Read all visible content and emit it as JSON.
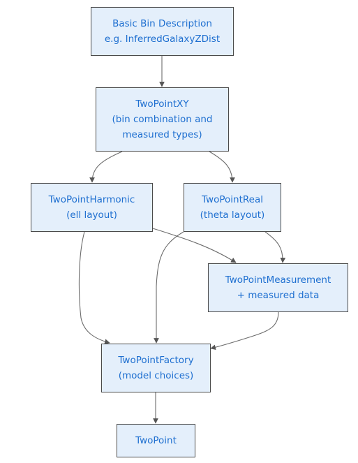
{
  "nodes": {
    "basic_bin": {
      "line1": "Basic Bin Description",
      "line2": "e.g. InferredGalaxyZDist"
    },
    "two_point_xy": {
      "line1": "TwoPointXY",
      "line2": "(bin combination and",
      "line3": "measured types)"
    },
    "two_point_harmonic": {
      "line1": "TwoPointHarmonic",
      "line2": "(ell layout)"
    },
    "two_point_real": {
      "line1": "TwoPointReal",
      "line2": "(theta layout)"
    },
    "two_point_measurement": {
      "line1": "TwoPointMeasurement",
      "line2": "+ measured data"
    },
    "two_point_factory": {
      "line1": "TwoPointFactory",
      "line2": "(model choices)"
    },
    "two_point": {
      "line1": "TwoPoint"
    }
  },
  "edges": [
    [
      "basic_bin",
      "two_point_xy"
    ],
    [
      "two_point_xy",
      "two_point_harmonic"
    ],
    [
      "two_point_xy",
      "two_point_real"
    ],
    [
      "two_point_harmonic",
      "two_point_measurement"
    ],
    [
      "two_point_real",
      "two_point_measurement"
    ],
    [
      "two_point_harmonic",
      "two_point_factory"
    ],
    [
      "two_point_real",
      "two_point_factory"
    ],
    [
      "two_point_measurement",
      "two_point_factory"
    ],
    [
      "two_point_factory",
      "two_point"
    ]
  ],
  "colors": {
    "node_fill": "#e4effb",
    "node_border": "#4a4a4a",
    "node_text": "#1e6fd0",
    "edge": "#6b6b6b"
  }
}
